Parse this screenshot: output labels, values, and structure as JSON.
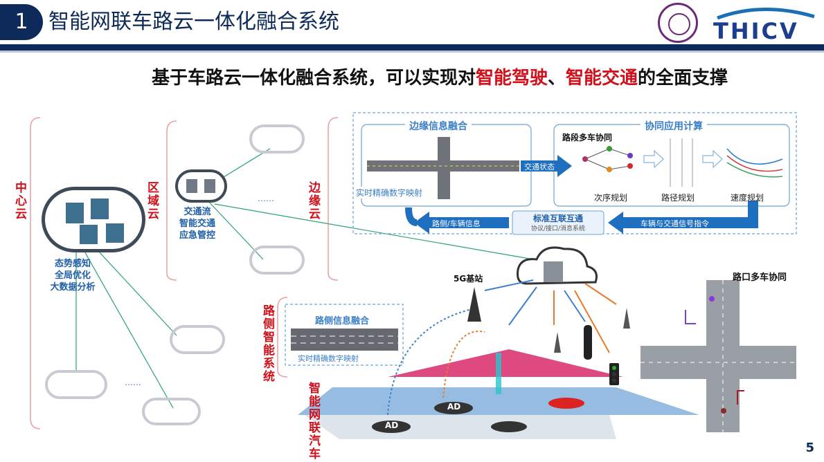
{
  "header": {
    "number": "1",
    "title": "智能网联车路云一体化融合系统",
    "logo_text": "THICV"
  },
  "subtitle": {
    "part1": "基于车路云一体化融合系统，可以实现对",
    "hl1": "智能驾驶",
    "sep": "、",
    "hl2": "智能交通",
    "part2": "的全面支撑"
  },
  "left": {
    "center_cloud": {
      "label": "中心云",
      "functions": [
        "态势感知",
        "全局优化",
        "大数据分析"
      ]
    },
    "region_cloud": {
      "label": "区域云",
      "functions": [
        "交通流",
        "智能交通",
        "应急管控"
      ]
    },
    "edge_cloud": {
      "label": "边缘云"
    },
    "ellipsis": "……"
  },
  "edge_panel": {
    "fusion_title": "边缘信息融合",
    "digital_map": "实时精确数字映射",
    "traffic_state": "交通状态",
    "coop_title": "协同应用计算",
    "multi_vehicle": "路段多车协同",
    "plans": [
      "次序规划",
      "路径规划",
      "速度规划"
    ],
    "roadside_info": "路侧/车辆信息",
    "standard": "标准互联互通",
    "protocol": "协议/接口/消息系统",
    "signal_cmd": "车辆与交通信号指令"
  },
  "roadside": {
    "label": "路侧智能系统",
    "fusion_title": "路侧信息融合",
    "digital_map": "实时精确数字映射",
    "base_station": "5G基站"
  },
  "vehicle": {
    "label": "智能网联汽车",
    "ad": "AD"
  },
  "intersection": {
    "title": "路口多车协同"
  },
  "page_number": "5",
  "colors": {
    "navy": "#0d2a5a",
    "red": "#d0101a",
    "blue": "#1f5fa8",
    "green": "#2aa36b",
    "orange": "#e87a2a"
  }
}
